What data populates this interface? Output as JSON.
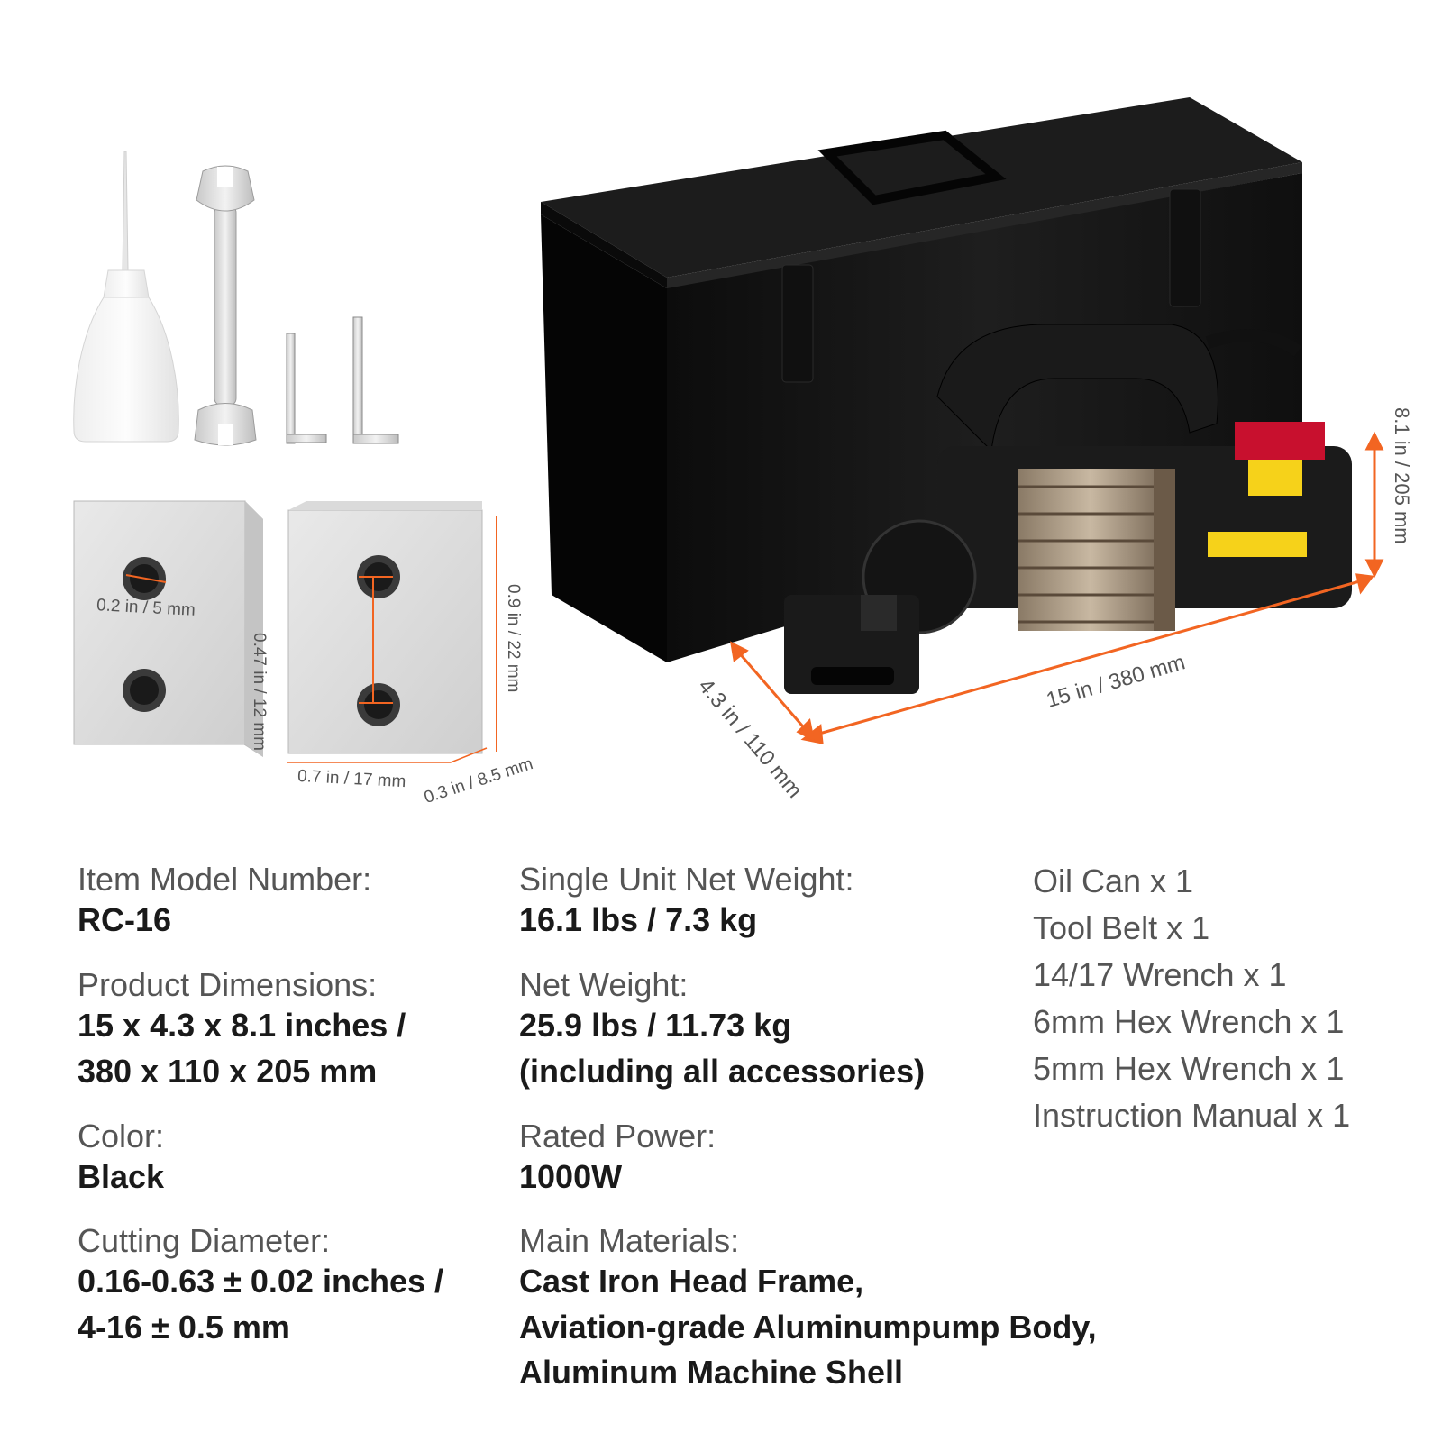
{
  "dimensions": {
    "hole_diameter": "0.2 in / 5 mm",
    "hole_spacing": "0.47 in / 12 mm",
    "blade_height": "0.9 in / 22 mm",
    "blade_width": "0.7 in / 17 mm",
    "blade_thickness": "0.3 in / 8.5 mm",
    "case_height": "8.1 in / 205 mm",
    "case_length": "15 in / 380 mm",
    "case_depth": "4.3 in / 110 mm"
  },
  "specs_left": {
    "model_label": "Item Model Number:",
    "model_value": "RC-16",
    "dims_label": "Product Dimensions:",
    "dims_value_1": "15 x 4.3 x 8.1 inches /",
    "dims_value_2": "380 x 110 x 205 mm",
    "color_label": "Color:",
    "color_value": "Black",
    "cut_label": "Cutting Diameter:",
    "cut_value_1": "0.16-0.63 ± 0.02 inches /",
    "cut_value_2": "4-16 ± 0.5 mm"
  },
  "specs_mid": {
    "unit_weight_label": "Single Unit Net Weight:",
    "unit_weight_value": "16.1 lbs / 7.3 kg",
    "net_weight_label": "Net Weight:",
    "net_weight_value_1": "25.9 lbs / 11.73 kg",
    "net_weight_value_2": "(including all accessories)",
    "power_label": "Rated Power:",
    "power_value": "1000W",
    "materials_label": "Main Materials:",
    "materials_value_1": "Cast Iron Head Frame,",
    "materials_value_2": "Aviation-grade Aluminumpump Body,",
    "materials_value_3": "Aluminum Machine Shell"
  },
  "accessories": [
    "Oil Can x 1",
    "Tool Belt x 1",
    "14/17 Wrench x 1",
    "6mm Hex Wrench x 1",
    "5mm Hex Wrench x 1",
    "Instruction Manual x 1"
  ],
  "colors": {
    "accent": "#f26522",
    "case": "#141414",
    "steel": "#d8d8d8"
  }
}
